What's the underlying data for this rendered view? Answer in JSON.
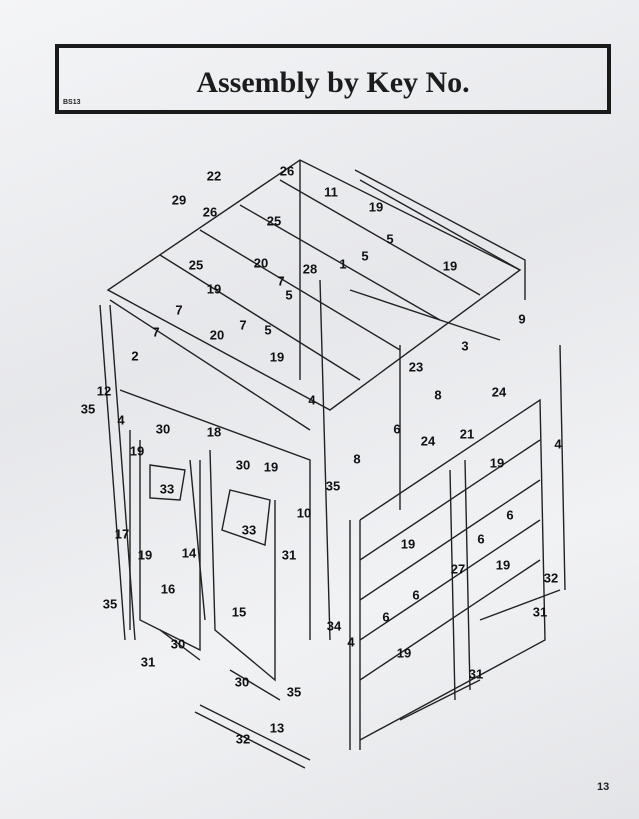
{
  "header": {
    "title": "Assembly by Key No.",
    "code": "BS13"
  },
  "diagram": {
    "key_numbers": [
      "26",
      "22",
      "11",
      "19",
      "29",
      "26",
      "25",
      "5",
      "5",
      "19",
      "20",
      "7",
      "28",
      "1",
      "25",
      "19",
      "5",
      "7",
      "7",
      "5",
      "9",
      "7",
      "20",
      "3",
      "2",
      "19",
      "23",
      "12",
      "8",
      "24",
      "35",
      "4",
      "4",
      "30",
      "18",
      "6",
      "21",
      "24",
      "4",
      "19",
      "8",
      "30",
      "19",
      "19",
      "33",
      "35",
      "33",
      "10",
      "6",
      "17",
      "19",
      "6",
      "14",
      "31",
      "19",
      "27",
      "19",
      "32",
      "16",
      "6",
      "35",
      "15",
      "6",
      "31",
      "34",
      "4",
      "30",
      "19",
      "31",
      "31",
      "30",
      "35",
      "13",
      "32"
    ]
  },
  "page_number": "13"
}
